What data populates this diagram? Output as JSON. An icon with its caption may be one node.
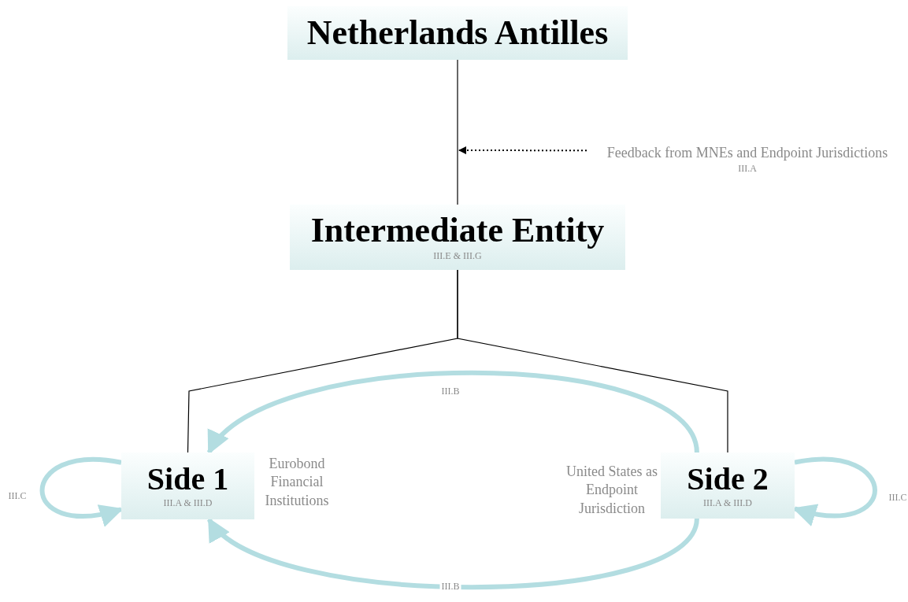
{
  "diagram": {
    "nodes": [
      {
        "text": [
          "Netherlands Antilles"
        ]
      },
      {
        "text": [
          "Intermediate Entity",
          "III.E & III.G"
        ]
      },
      {
        "text": [
          "Side 1",
          "III.A & III.D"
        ],
        "beside": [
          "Eurobond Financial Institutions"
        ]
      },
      {
        "text": [
          "Side 2",
          "III.A & III.D"
        ],
        "beside": [
          "United States as Endpoint Jurisdiction"
        ]
      },
      {
        "text": [
          "Feedback from MNEs and Endpoint Jurisdictions",
          "III.A"
        ]
      }
    ],
    "edges": [
      {
        "from": 0,
        "to": 1,
        "arrow": "none"
      },
      {
        "from": 1,
        "to": 2,
        "arrow": "none"
      },
      {
        "from": 1,
        "to": 3,
        "arrow": "none"
      },
      {
        "from": 4,
        "to": null,
        "arrow": "to",
        "style": "dashed"
      },
      {
        "from": 3,
        "to": 2,
        "arrow": "to",
        "label": "III.B",
        "style": "thick",
        "color": "#b3dde1"
      },
      {
        "from": 3,
        "to": 2,
        "arrow": "to",
        "label": "III.B",
        "style": "thick",
        "color": "#b3dde1"
      },
      {
        "from": 2,
        "to": 2,
        "arrow": "to",
        "label": "III.C",
        "style": "thick",
        "color": "#b3dde1"
      },
      {
        "from": 3,
        "to": 3,
        "arrow": "to",
        "label": "III.C",
        "style": "thick",
        "color": "#b3dde1"
      }
    ]
  }
}
